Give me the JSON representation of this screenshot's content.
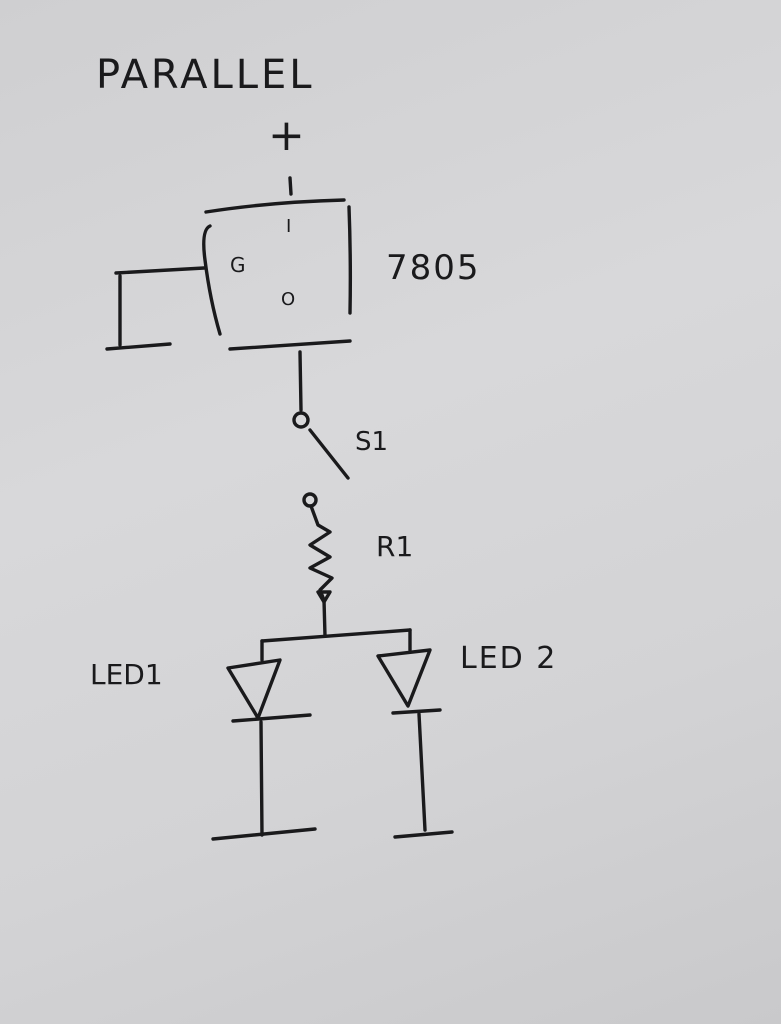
{
  "title": "PARALLEL",
  "supply_label": "+",
  "regulator": {
    "name": "7805",
    "pin_in": "I",
    "pin_ground": "G",
    "pin_out": "O"
  },
  "switch_label": "S1",
  "resistor_label": "R1",
  "led1_label": "LED1",
  "led2_label": "LED 2",
  "colors": {
    "paper": "#d4d4d6",
    "ink": "#1a1a1c"
  }
}
